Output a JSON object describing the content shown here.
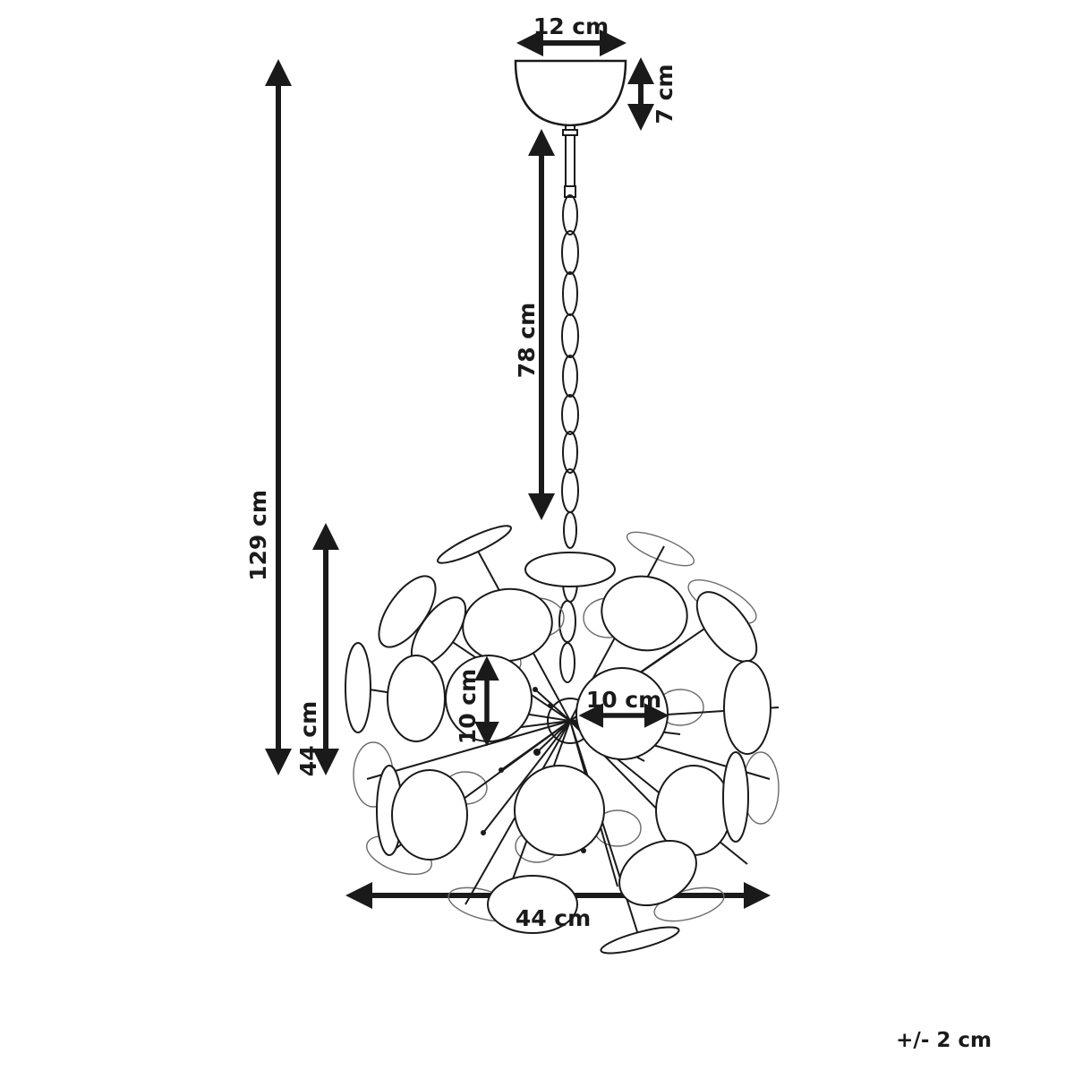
{
  "dimensions": {
    "canopy_width": "12 cm",
    "canopy_height": "7 cm",
    "chain_length": "78 cm",
    "total_height": "129 cm",
    "shade_height": "44 cm",
    "shade_width": "44 cm",
    "disc_height": "10 cm",
    "disc_width": "10 cm"
  },
  "tolerance": "+/- 2 cm",
  "colors": {
    "line": "#1a1a1a",
    "fill": "#ffffff"
  }
}
